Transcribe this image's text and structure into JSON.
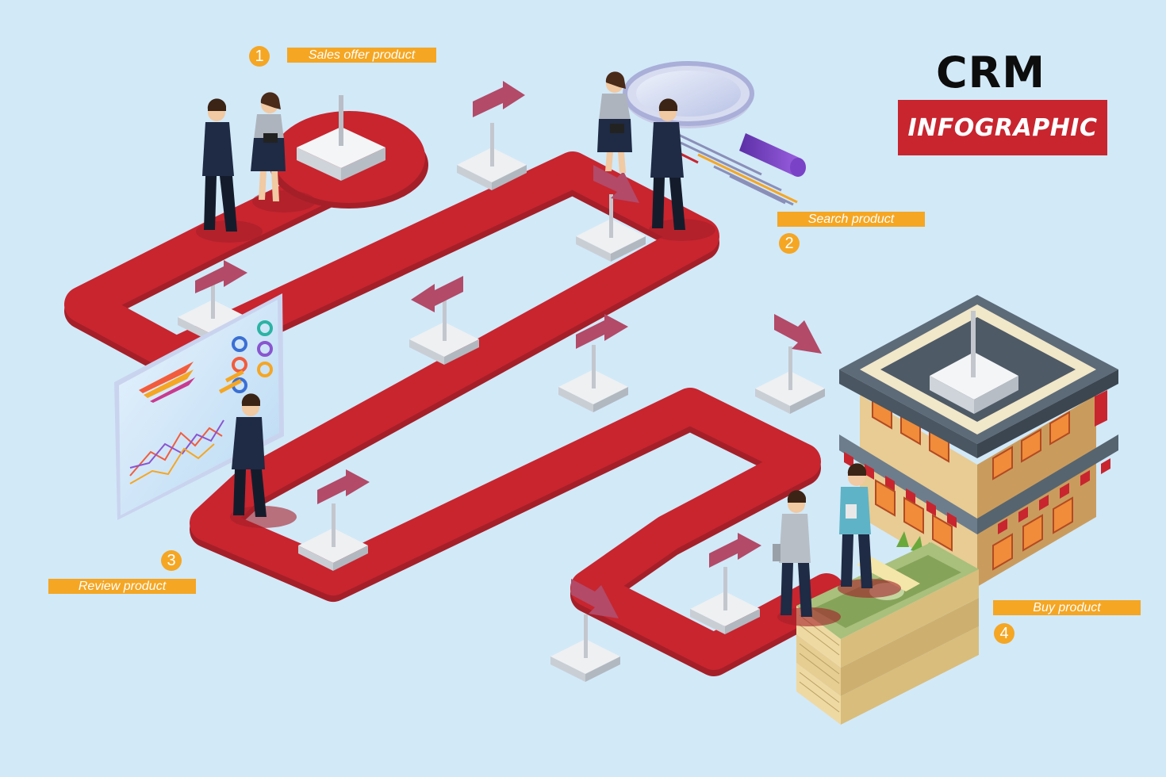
{
  "title": {
    "main": "CRM",
    "sub": "INFOGRAPHIC"
  },
  "steps": [
    {
      "number": "1",
      "label": "Sales offer product"
    },
    {
      "number": "2",
      "label": "Search product"
    },
    {
      "number": "3",
      "label": "Review product"
    },
    {
      "number": "4",
      "label": "Buy product"
    }
  ],
  "colors": {
    "background": "#d2e9f8",
    "road": "#c8252f",
    "title_box": "#c8252f",
    "step_accent": "#f5a623",
    "arrow_sign": "#b24a68",
    "pedestal": "#eef0f2",
    "suit": "#1f2a44"
  },
  "icons": [
    "person-icon",
    "magnifier-icon",
    "dashboard-screen-icon",
    "shop-building-icon",
    "money-stack-icon",
    "arrow-sign-icon"
  ]
}
